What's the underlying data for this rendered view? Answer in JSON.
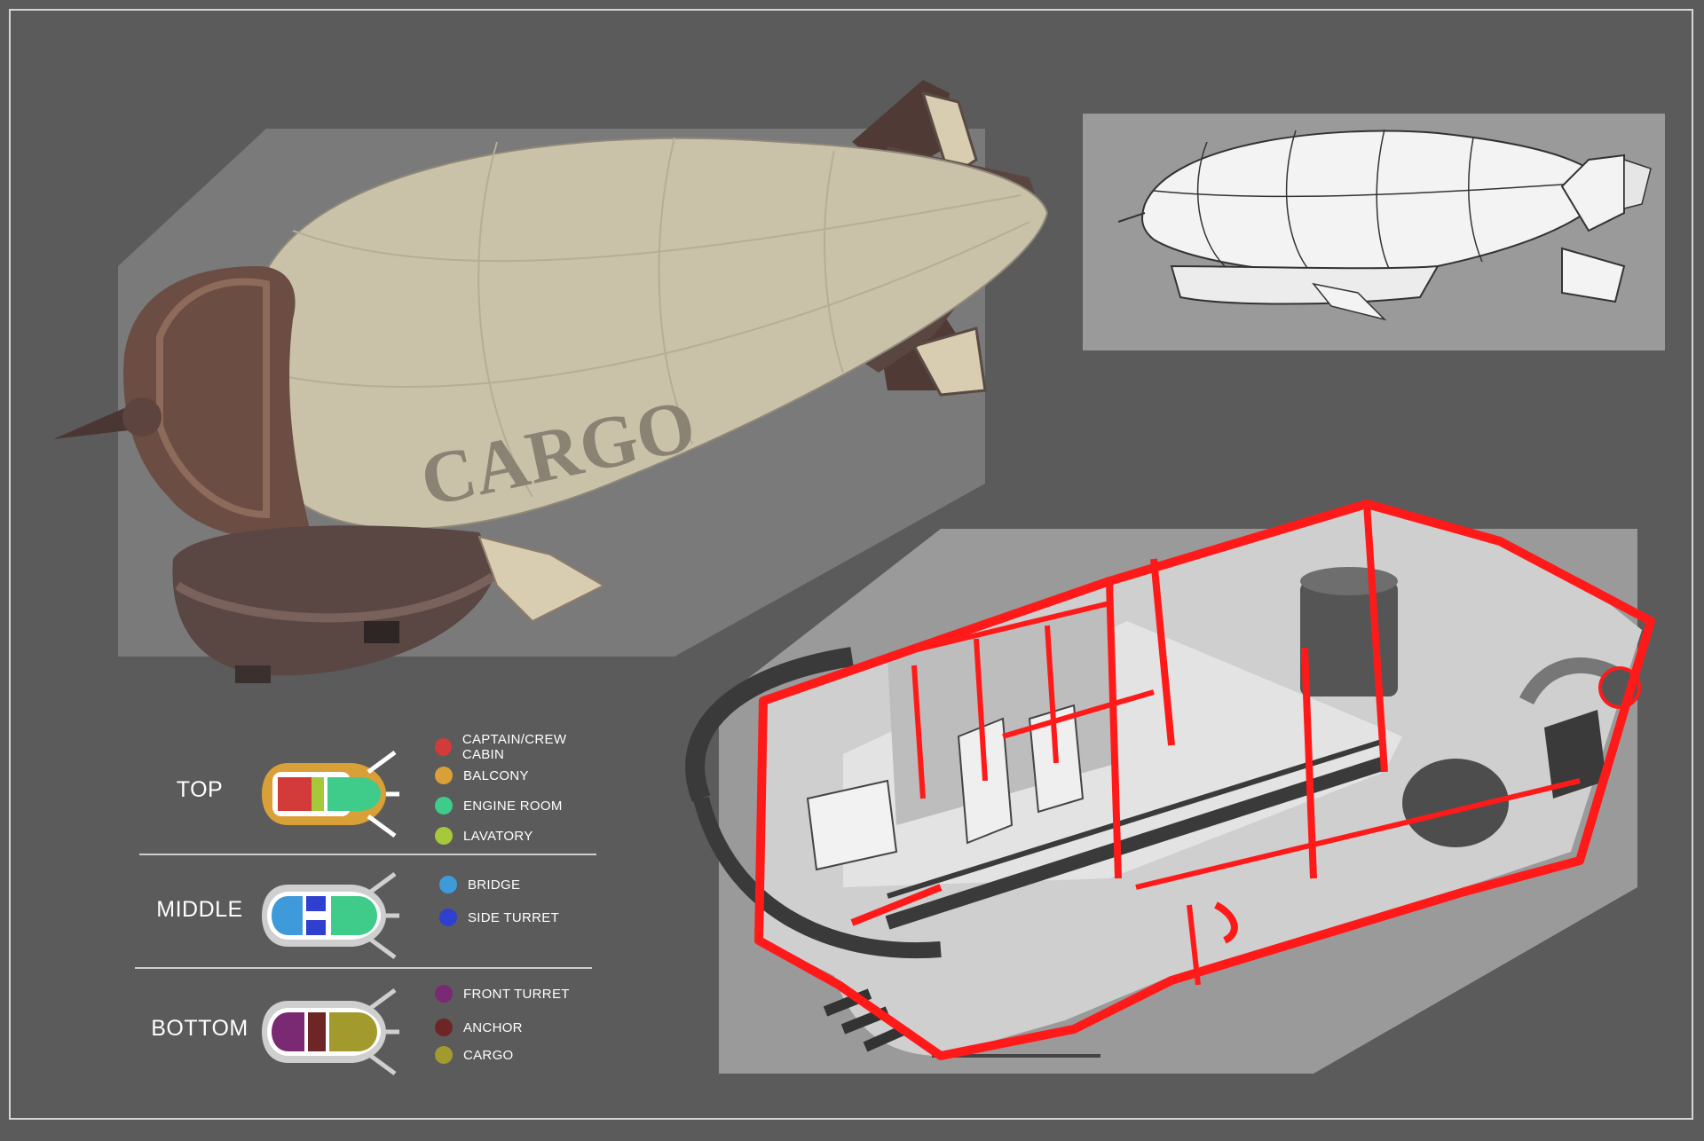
{
  "airship": {
    "text": "CARGO"
  },
  "levels": [
    {
      "name": "TOP",
      "rooms": [
        {
          "label": "CAPTAIN/CREW CABIN",
          "color": "#d33a3a"
        },
        {
          "label": "BALCONY",
          "color": "#d9a038"
        },
        {
          "label": "ENGINE ROOM",
          "color": "#3fcb8a"
        },
        {
          "label": "LAVATORY",
          "color": "#a5c93a"
        }
      ]
    },
    {
      "name": "MIDDLE",
      "rooms": [
        {
          "label": "BRIDGE",
          "color": "#3e9ad9"
        },
        {
          "label": "SIDE TURRET",
          "color": "#2f3fcf"
        }
      ]
    },
    {
      "name": "BOTTOM",
      "rooms": [
        {
          "label": "FRONT TURRET",
          "color": "#7a2a72"
        },
        {
          "label": "ANCHOR",
          "color": "#6e2525"
        },
        {
          "label": "CARGO",
          "color": "#a39a2e"
        }
      ]
    }
  ],
  "colors": {
    "background": "#5b5b5b",
    "panel": "#7a7a7a",
    "cutaway_outline": "#ff1a1a",
    "envelope": "#c9c2a8",
    "hull": "#5a4a44"
  }
}
